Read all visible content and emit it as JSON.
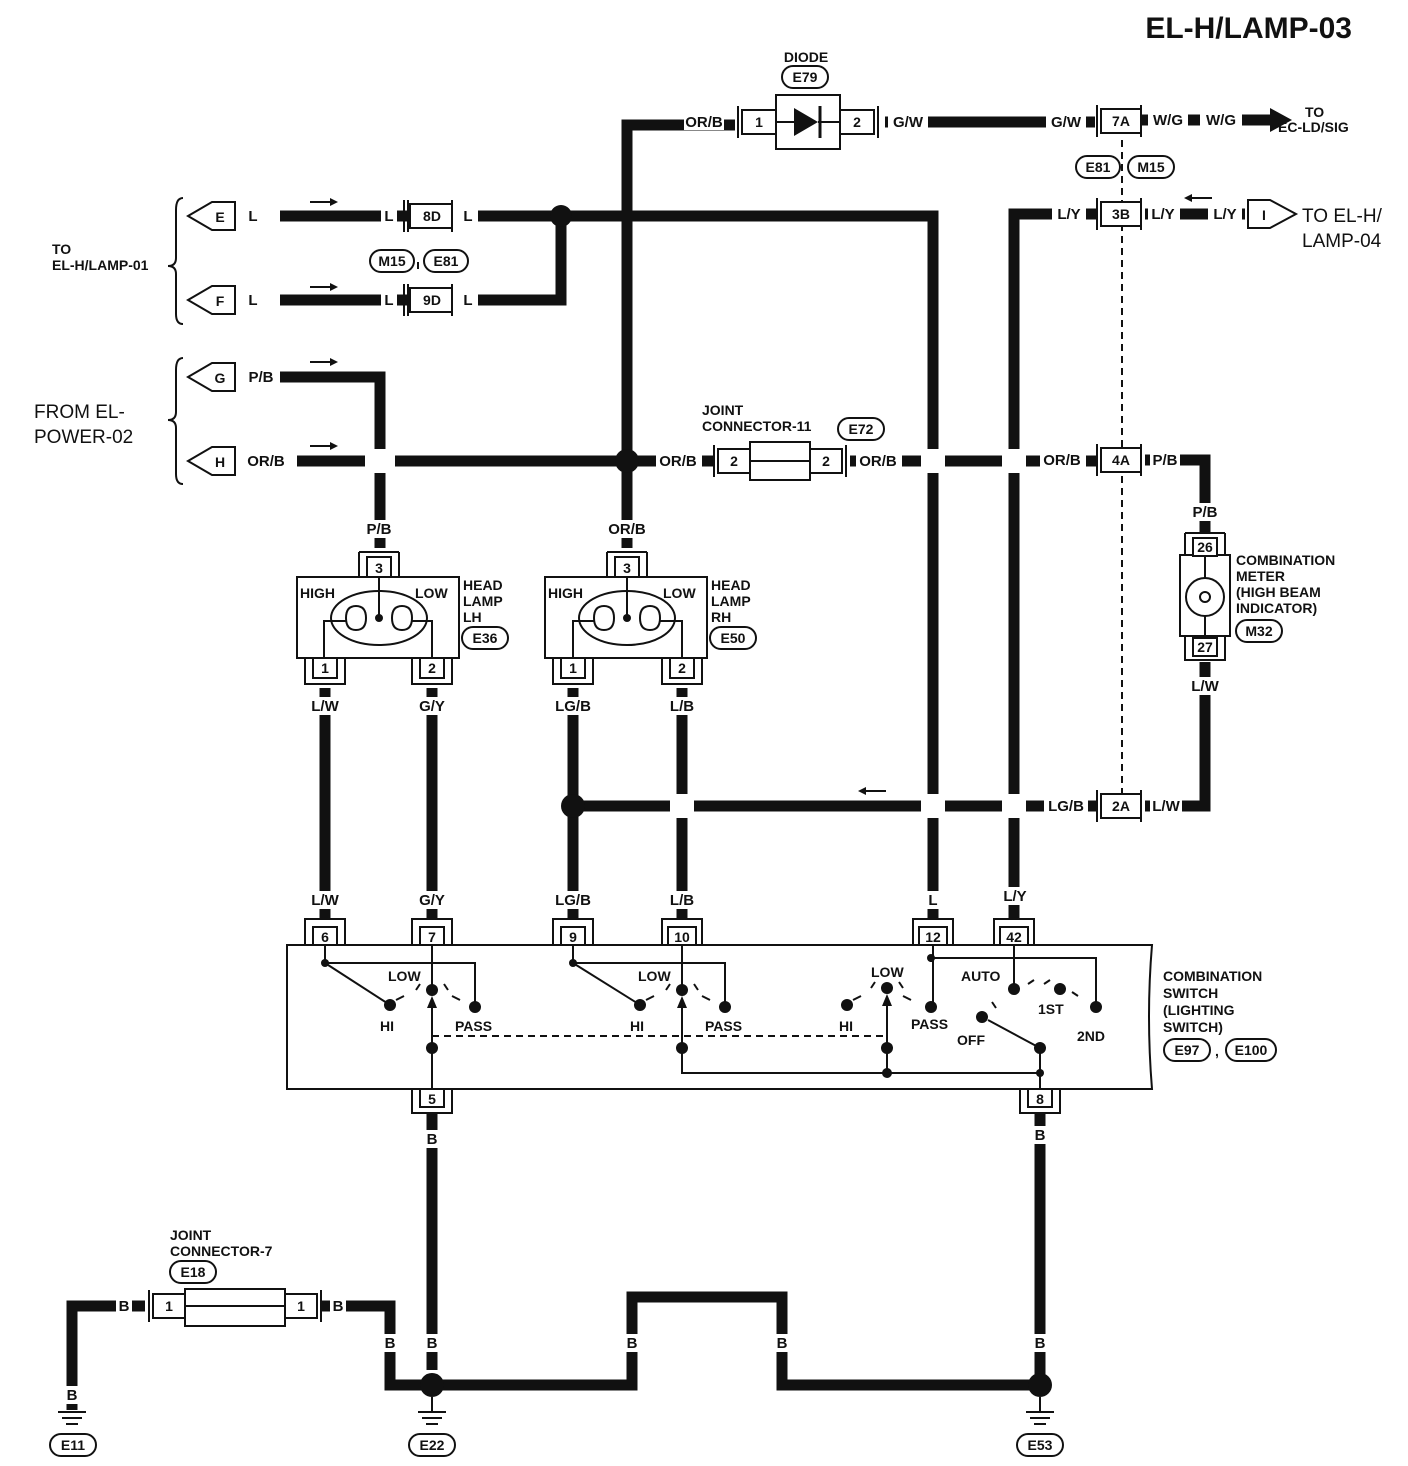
{
  "title": "EL-H/LAMP-03",
  "references": {
    "to_lamp01": [
      "TO",
      "EL-H/LAMP-01"
    ],
    "from_power": [
      "FROM EL-",
      "POWER-02"
    ],
    "to_ecld": [
      "TO",
      "EC-LD/SIG"
    ],
    "to_lamp04": [
      "TO EL-H/",
      "LAMP-04"
    ]
  },
  "terminals": {
    "e": "E",
    "f": "F",
    "g": "G",
    "h": "H",
    "i": "I"
  },
  "components": {
    "diode": {
      "name": "DIODE",
      "code": "E79",
      "pin1": "1",
      "pin2": "2"
    },
    "joint11": {
      "name": [
        "JOINT",
        "CONNECTOR-11"
      ],
      "code": "E72",
      "pin": "2"
    },
    "joint7": {
      "name": [
        "JOINT",
        "CONNECTOR-7"
      ],
      "code": "E18",
      "pin": "1"
    },
    "lamp_lh": {
      "name": [
        "HEAD",
        "LAMP",
        "LH"
      ],
      "code": "E36",
      "high": "HIGH",
      "low": "LOW",
      "pins": [
        "3",
        "1",
        "2"
      ]
    },
    "lamp_rh": {
      "name": [
        "HEAD",
        "LAMP",
        "RH"
      ],
      "code": "E50",
      "high": "HIGH",
      "low": "LOW",
      "pins": [
        "3",
        "1",
        "2"
      ]
    },
    "meter": {
      "name": [
        "COMBINATION",
        "METER",
        "(HIGH BEAM",
        "INDICATOR)"
      ],
      "code": "M32",
      "pins": [
        "26",
        "27"
      ]
    },
    "comb_switch": {
      "name": [
        "COMBINATION",
        "SWITCH",
        "(LIGHTING",
        "SWITCH)"
      ],
      "codes": [
        "E97",
        "E100"
      ],
      "separator": ",",
      "pins": [
        "6",
        "7",
        "9",
        "10",
        "12",
        "42",
        "5",
        "8"
      ],
      "positions": {
        "low": "LOW",
        "hi": "HI",
        "pass": "PASS",
        "auto": "AUTO",
        "first": "1ST",
        "second": "2ND",
        "off": "OFF"
      }
    }
  },
  "harness_connectors": {
    "codes_pair_top": [
      "E81",
      "M15"
    ],
    "codes_pair_left": [
      "M15",
      "E81"
    ],
    "pins": {
      "c8d": "8D",
      "c9d": "9D",
      "c7a": "7A",
      "c3b": "3B",
      "c4a": "4A",
      "c2a": "2A"
    }
  },
  "grounds": [
    "E11",
    "E22",
    "E53"
  ],
  "wire_colors": {
    "l": "L",
    "orb": "OR/B",
    "gw": "G/W",
    "wg": "W/G",
    "ly": "L/Y",
    "pb": "P/B",
    "lw": "L/W",
    "gy": "G/Y",
    "lgb": "LG/B",
    "lb": "L/B",
    "b": "B"
  }
}
